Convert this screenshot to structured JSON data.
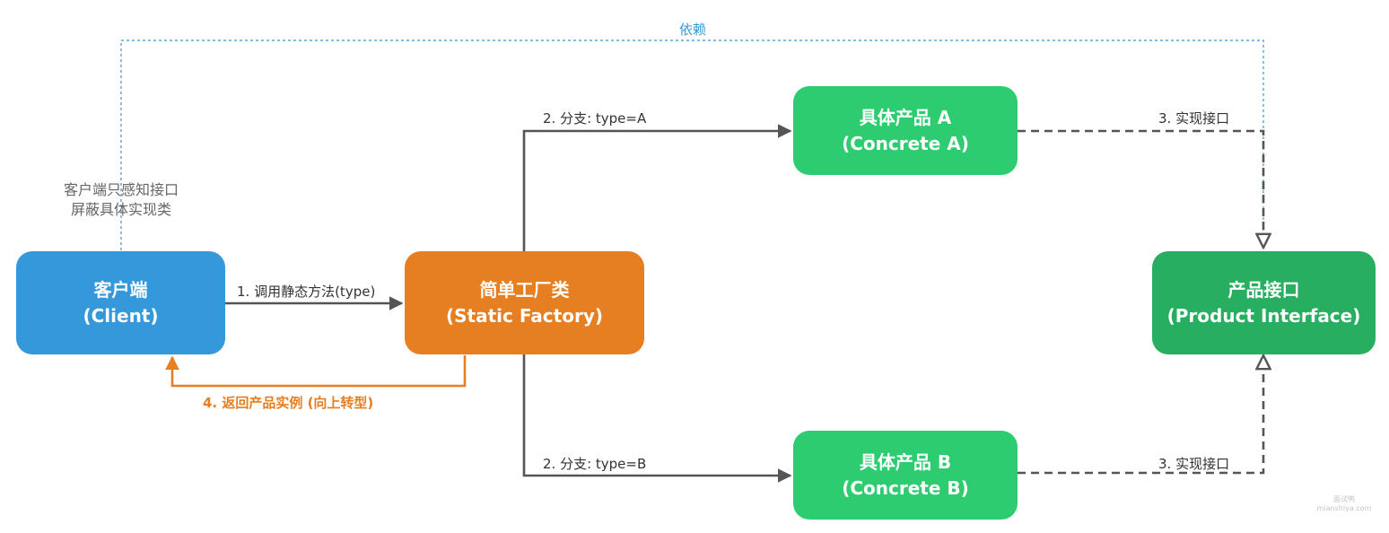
{
  "colors": {
    "client": "#3498db",
    "factory": "#e67e22",
    "concrete": "#2ecc71",
    "interface": "#27ae60",
    "arrow_dark": "#555555",
    "arrow_return": "#e67e22",
    "dependency": "#3498db"
  },
  "nodes": {
    "client": {
      "line1": "客户端",
      "line2": "(Client)"
    },
    "factory": {
      "line1": "简单工厂类",
      "line2": "(Static Factory)"
    },
    "concrete_a": {
      "line1": "具体产品 A",
      "line2": "(Concrete A)"
    },
    "concrete_b": {
      "line1": "具体产品 B",
      "line2": "(Concrete B)"
    },
    "interface": {
      "line1": "产品接口",
      "line2": "(Product Interface)"
    }
  },
  "edges": {
    "call": "1. 调用静态方法(type)",
    "branch_a": "2. 分支: type=A",
    "branch_b": "2. 分支: type=B",
    "implements_a": "3. 实现接口",
    "implements_b": "3. 实现接口",
    "return": "4. 返回产品实例 (向上转型)",
    "dependency": "依赖"
  },
  "note": {
    "line1": "客户端只感知接口",
    "line2": "屏蔽具体实现类"
  },
  "watermark": {
    "line1": "面试鸭",
    "line2": "mianshiya.com"
  }
}
